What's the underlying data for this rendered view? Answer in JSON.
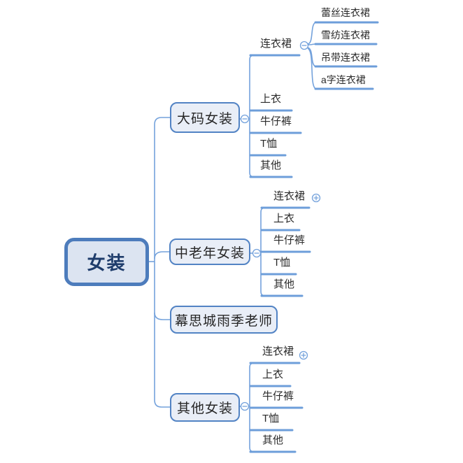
{
  "colors": {
    "root_border": "#4d7cbc",
    "root_fill": "#dce4f1",
    "root_text": "#1e3c6b",
    "branch_border": "#5283c4",
    "branch_fill": "#e9eef7",
    "connector_line": "#74a2dc",
    "underline": "#6d9eda",
    "label_text": "#2a2a2a"
  },
  "mindmap": {
    "root": {
      "label": "女装"
    },
    "branches": [
      {
        "label": "大码女装",
        "toggle": "minus",
        "children": [
          {
            "label": "连衣裙",
            "toggle": "minus",
            "children": [
              {
                "label": "蕾丝连衣裙"
              },
              {
                "label": "雪纺连衣裙"
              },
              {
                "label": "吊带连衣裙"
              },
              {
                "label": "a字连衣裙"
              }
            ]
          },
          {
            "label": "上衣"
          },
          {
            "label": "牛仔裤"
          },
          {
            "label": "T恤"
          },
          {
            "label": "其他"
          }
        ]
      },
      {
        "label": "中老年女装",
        "toggle": "minus",
        "children": [
          {
            "label": "连衣裙",
            "toggle": "plus"
          },
          {
            "label": "上衣"
          },
          {
            "label": "牛仔裤"
          },
          {
            "label": "T恤"
          },
          {
            "label": "其他"
          }
        ]
      },
      {
        "label": "幕思城雨季老师"
      },
      {
        "label": "其他女装",
        "toggle": "minus",
        "children": [
          {
            "label": "连衣裙",
            "toggle": "plus"
          },
          {
            "label": "上衣"
          },
          {
            "label": "牛仔裤"
          },
          {
            "label": "T恤"
          },
          {
            "label": "其他"
          }
        ]
      }
    ]
  }
}
